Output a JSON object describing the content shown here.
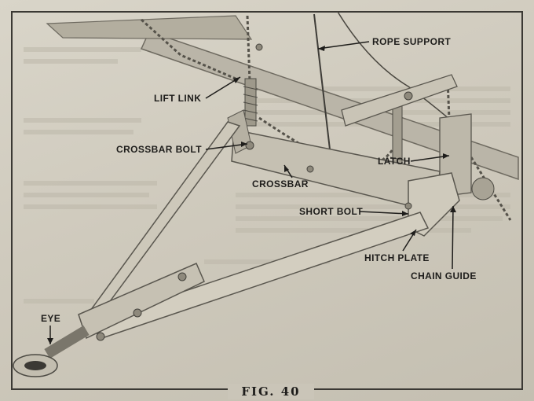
{
  "labels": {
    "rope_support": "ROPE SUPPORT",
    "lift_link": "LIFT LINK",
    "crossbar_bolt": "CROSSBAR BOLT",
    "latch": "LATCH",
    "crossbar": "CROSSBAR",
    "short_bolt": "SHORT BOLT",
    "hitch_plate": "HITCH PLATE",
    "chain_guide": "CHAIN GUIDE",
    "eye": "EYE"
  },
  "caption": "FIG. 40"
}
